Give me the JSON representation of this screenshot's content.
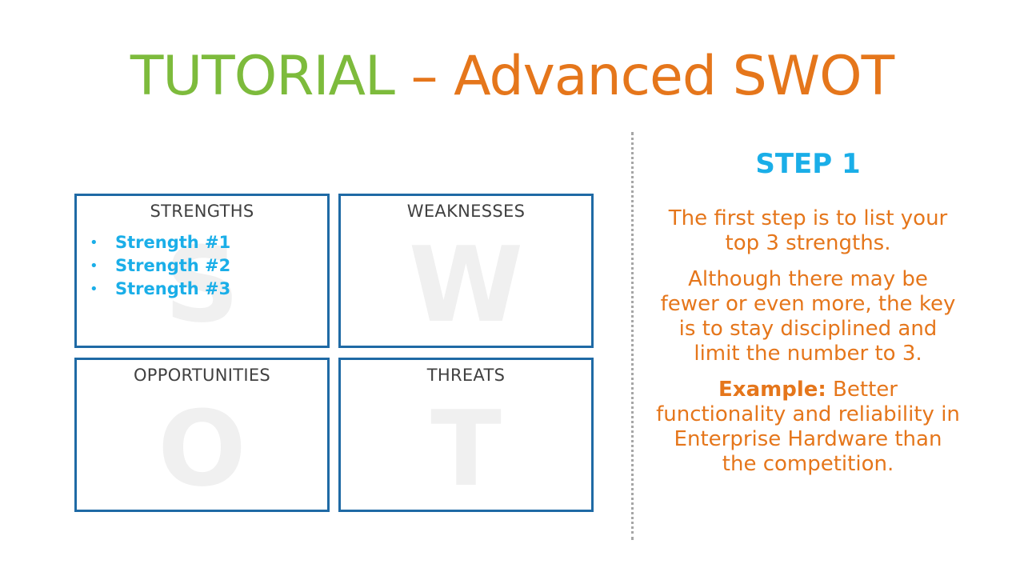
{
  "title": {
    "part1": "TUTORIAL",
    "separator": " – ",
    "part2": "Advanced SWOT"
  },
  "colors": {
    "green": "#7dbb3c",
    "orange": "#e5761b",
    "blue": "#1aaee8",
    "border_blue": "#1f6aa5",
    "watermark": "#f0f0f0"
  },
  "swot": {
    "strengths": {
      "label": "STRENGTHS",
      "letter": "S",
      "items": [
        "Strength #1",
        "Strength #2",
        "Strength #3"
      ]
    },
    "weaknesses": {
      "label": "WEAKNESSES",
      "letter": "W"
    },
    "opportunities": {
      "label": "OPPORTUNITIES",
      "letter": "O"
    },
    "threats": {
      "label": "THREATS",
      "letter": "T"
    }
  },
  "step": {
    "title": "STEP 1",
    "paragraph1": "The first step is to list your top 3 strengths.",
    "paragraph2": "Although there may be fewer or even more, the key is to stay disciplined and limit the number to 3.",
    "example_label": "Example:",
    "example_text": " Better functionality and reliability in Enterprise Hardware than the competition."
  }
}
